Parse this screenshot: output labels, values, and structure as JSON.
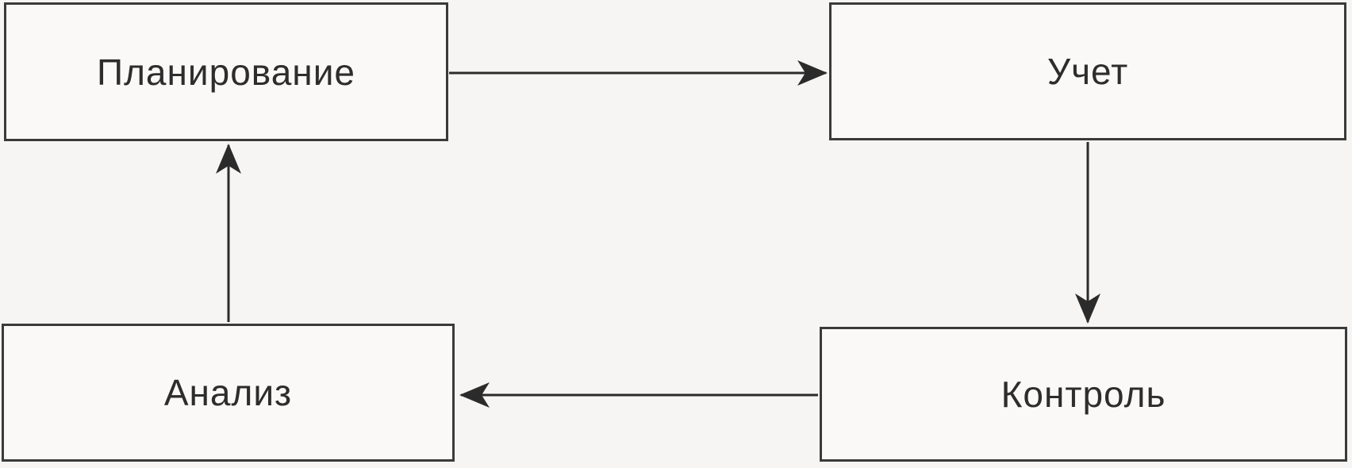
{
  "diagram": {
    "title": "management-cycle-flow",
    "nodes": [
      {
        "id": "planning",
        "label": "Планирование"
      },
      {
        "id": "accounting",
        "label": "Учет"
      },
      {
        "id": "control",
        "label": "Контроль"
      },
      {
        "id": "analysis",
        "label": "Анализ"
      }
    ],
    "edges": [
      {
        "from": "planning",
        "to": "accounting",
        "direction": "right"
      },
      {
        "from": "accounting",
        "to": "control",
        "direction": "down"
      },
      {
        "from": "control",
        "to": "analysis",
        "direction": "left"
      },
      {
        "from": "analysis",
        "to": "planning",
        "direction": "up"
      }
    ],
    "colors": {
      "background": "#f6f5f3",
      "box_fill": "#faf9f7",
      "box_border": "#3a3a3a",
      "arrow": "#2b2b2b",
      "text": "#2d2d2d"
    }
  }
}
